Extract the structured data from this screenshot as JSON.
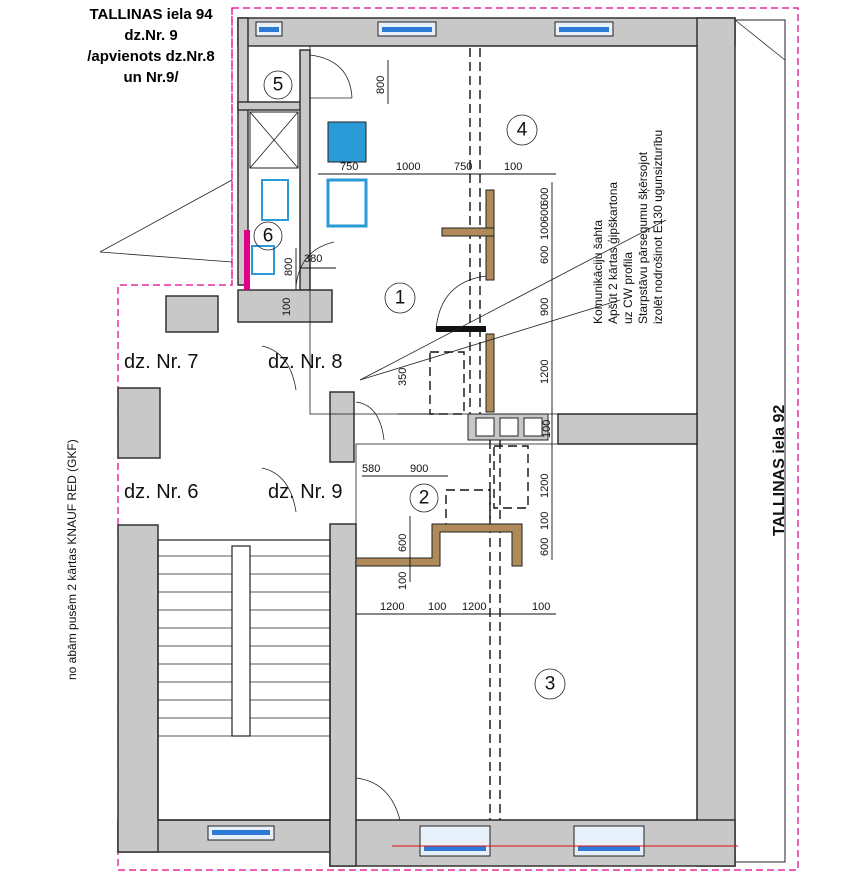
{
  "title": {
    "line1": "TALLINAS iela 94",
    "line2": "dz.Nr. 9",
    "line3": "/apvienots dz.Nr.8",
    "line4": "un Nr.9/"
  },
  "rooms": {
    "r1": "1",
    "r2": "2",
    "r3": "3",
    "r4": "4",
    "r5": "5",
    "r6": "6"
  },
  "apartments": {
    "a7": "dz. Nr. 7",
    "a8": "dz. Nr. 8",
    "a6": "dz. Nr. 6",
    "a9": "dz. Nr. 9"
  },
  "street_right": "TALLINAS iela 92",
  "note_left": "no abām pusēm 2 kārtas KNAUF RED (GKF)",
  "note_shaft": [
    "Komunikāciju šahta",
    "Apšūt 2 kārtas ģipškartona",
    "uz CW profila",
    "Starpstāvu pārsegumu šķērsojot",
    "izolēt nodrošinot E130 ugunsizturību"
  ],
  "dimensions": {
    "d800a": "800",
    "d750a": "750",
    "d1000": "1000",
    "d750b": "750",
    "d100a": "100",
    "d800b": "800",
    "d380": "380",
    "d100b": "100",
    "d600a": "600",
    "d600b": "600",
    "d100c": "100",
    "d600c": "600",
    "d900a": "900",
    "d1200a": "1200",
    "d350": "350",
    "d100d": "100",
    "d580": "580",
    "d900b": "900",
    "d1200b": "1200",
    "d100e": "100",
    "d600d": "600",
    "d600e": "600",
    "d100f": "100",
    "d1200c": "1200",
    "d100g": "100",
    "d1200d": "1200",
    "d100h": "100"
  },
  "colors": {
    "wall_fill": "#c8c8c8",
    "boundary": "#e0008a",
    "window_glass": "#2b7bd6",
    "fixture": "#2a9bd6"
  }
}
